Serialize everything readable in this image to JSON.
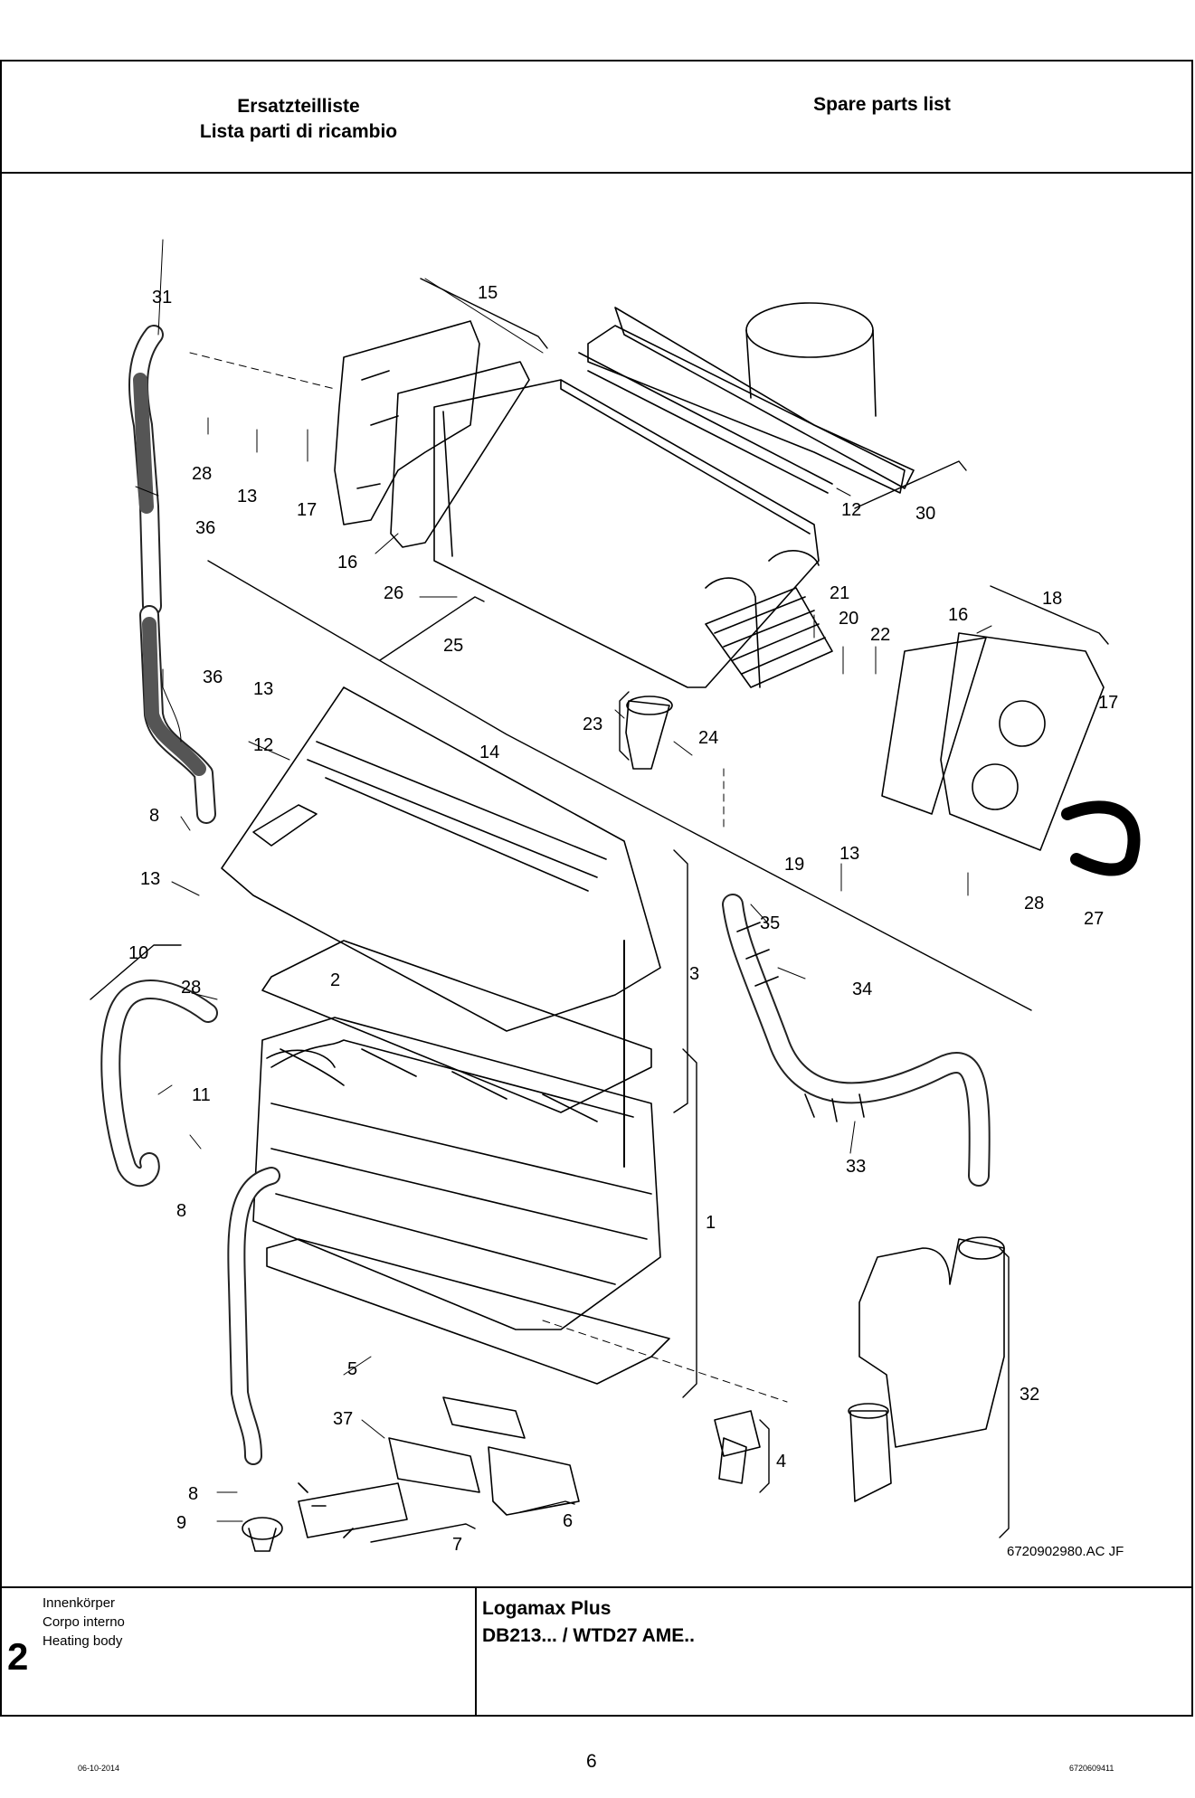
{
  "header": {
    "title_de": "Ersatzteilliste",
    "title_it": "Lista parti di ricambio",
    "title_en": "Spare parts list"
  },
  "drawing": {
    "figure_code": "6720902980.AC JF",
    "callouts": [
      "31",
      "15",
      "28",
      "13",
      "17",
      "36",
      "16",
      "12",
      "30",
      "26",
      "25",
      "21",
      "20",
      "22",
      "18",
      "16",
      "36",
      "13",
      "17",
      "23",
      "24",
      "12",
      "14",
      "8",
      "19",
      "13",
      "13",
      "28",
      "27",
      "35",
      "10",
      "2",
      "3",
      "28",
      "34",
      "11",
      "33",
      "1",
      "8",
      "32",
      "5",
      "37",
      "4",
      "8",
      "6",
      "9",
      "7"
    ]
  },
  "footer": {
    "section_number": "2",
    "section_names": [
      "Innenkörper",
      "Corpo interno",
      "Heating body"
    ],
    "product_line1": "Logamax Plus",
    "product_line2": "DB213... / WTD27 AME.."
  },
  "bottom": {
    "date": "06-10-2014",
    "page": "6",
    "doc_code": "6720609411"
  }
}
